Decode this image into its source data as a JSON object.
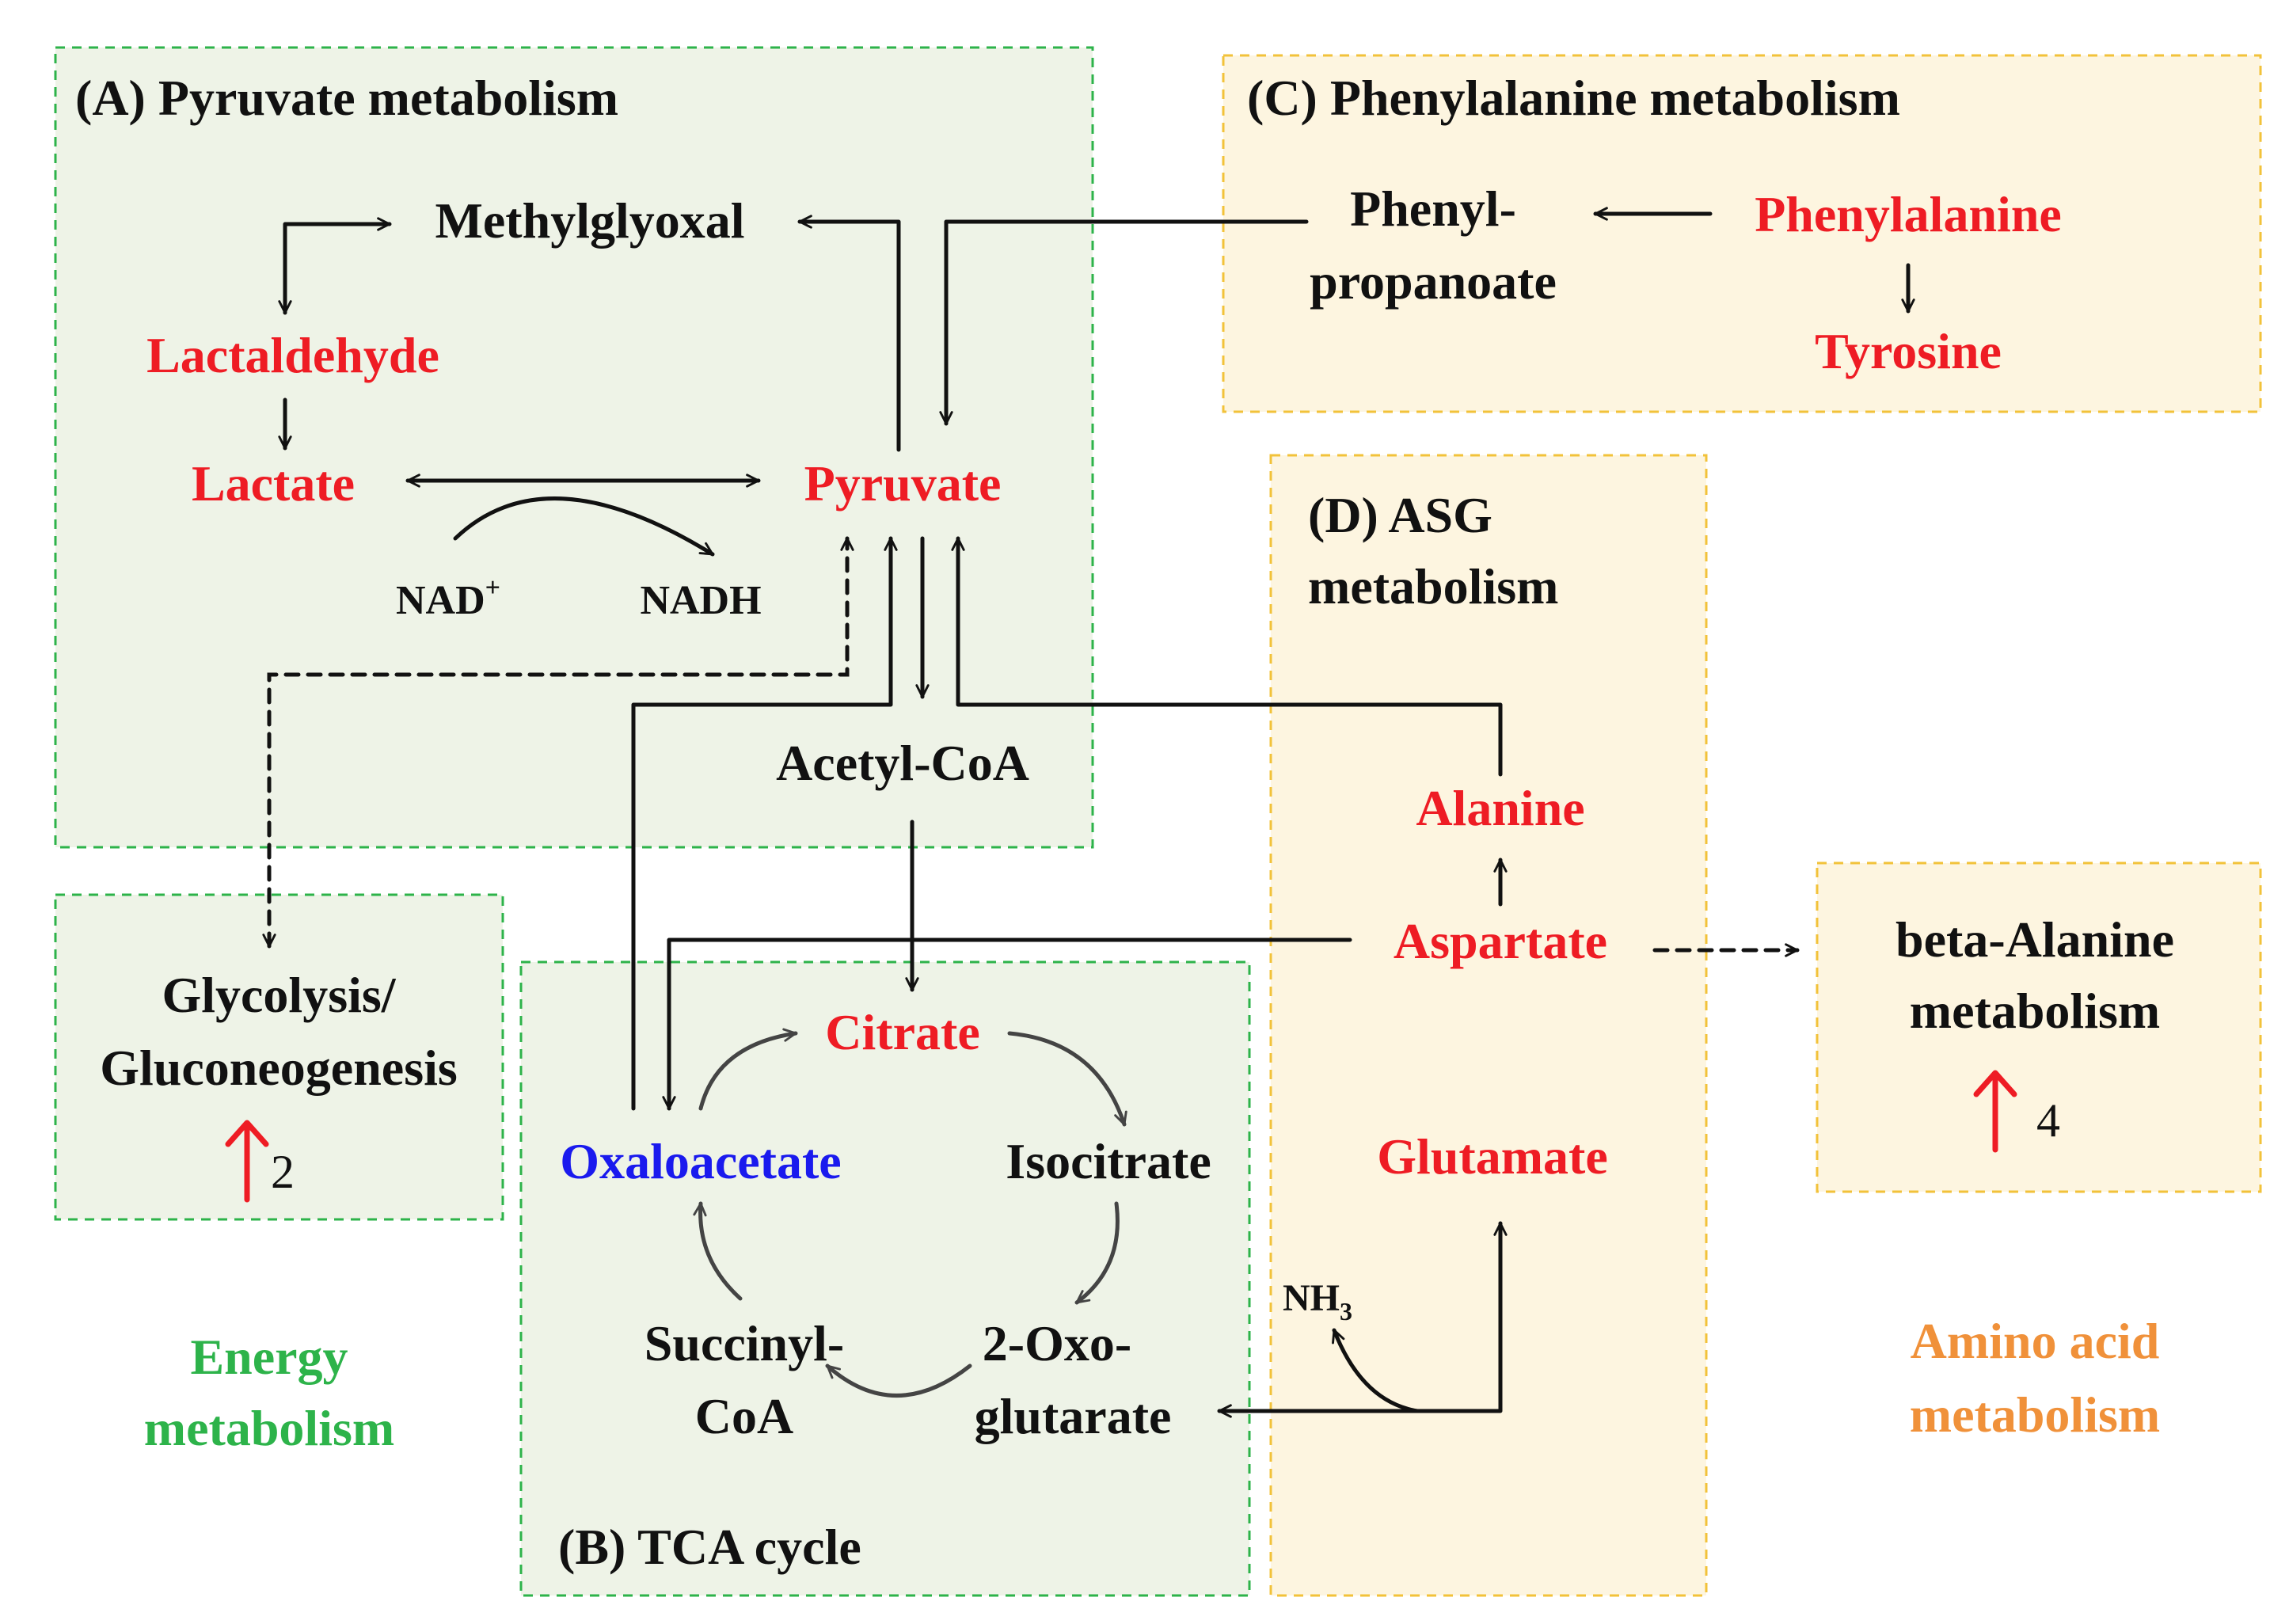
{
  "colors": {
    "green_region_fill": "#eef3e7",
    "green_region_border": "#2db34a",
    "yellow_region_fill": "#fdf5e0",
    "yellow_region_border": "#f2c23a",
    "metabolite_up": "#ee1c24",
    "metabolite_down": "#1a1aee",
    "text_default": "#111111",
    "energy_label": "#2db34a",
    "amino_label": "#f0913a",
    "up_arrow": "#ee1c24"
  },
  "regions": {
    "pyruvate": "(A) Pyruvate metabolism",
    "tca": "(B) TCA cycle",
    "phenylalanine": "(C) Phenylalanine metabolism",
    "asg_line1": "(D) ASG",
    "asg_line2": "metabolism",
    "glycolysis_line1": "Glycolysis/",
    "glycolysis_line2": "Gluconeogenesis",
    "glycolysis_count": "2",
    "beta_alanine_line1": "beta-Alanine",
    "beta_alanine_line2": "metabolism",
    "beta_alanine_count": "4"
  },
  "metabolites": {
    "methylglyoxal": "Methylglyoxal",
    "lactaldehyde": "Lactaldehyde",
    "lactate": "Lactate",
    "pyruvate": "Pyruvate",
    "nad": "NAD",
    "nad_sup": "+",
    "nadh": "NADH",
    "acetyl_coa": "Acetyl-CoA",
    "phenylpropanoate_line1": "Phenyl-",
    "phenylpropanoate_line2": "propanoate",
    "phenylalanine": "Phenylalanine",
    "tyrosine": "Tyrosine",
    "alanine": "Alanine",
    "aspartate": "Aspartate",
    "glutamate": "Glutamate",
    "nh3": "NH",
    "nh3_sub": "3",
    "citrate": "Citrate",
    "isocitrate": "Isocitrate",
    "oxaloacetate": "Oxaloacetate",
    "succinyl_coa_line1": "Succinyl-",
    "succinyl_coa_line2": "CoA",
    "oxoglutarate_line1": "2-Oxo-",
    "oxoglutarate_line2": "glutarate"
  },
  "categories": {
    "energy_line1": "Energy",
    "energy_line2": "metabolism",
    "amino_line1": "Amino acid",
    "amino_line2": "metabolism"
  },
  "icons": {
    "up_arrow": "red-up-arrow-icon"
  }
}
